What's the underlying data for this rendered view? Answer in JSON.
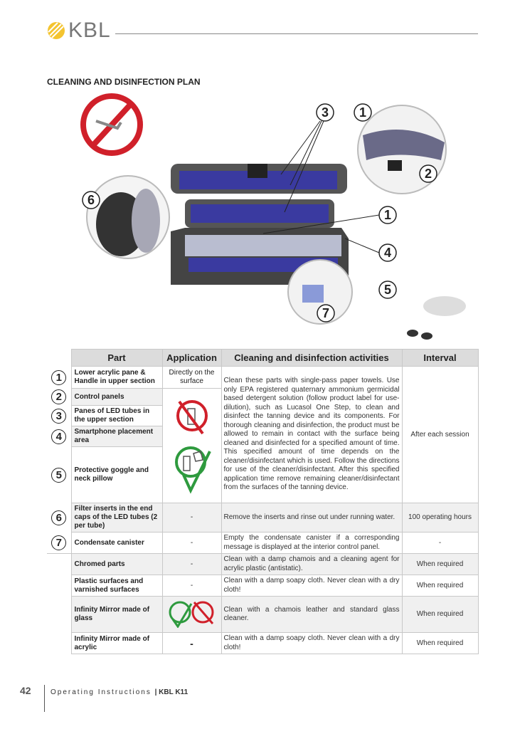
{
  "header": {
    "brand": "KBL"
  },
  "title": "CLEANING AND DISINFECTION PLAN",
  "illustration": {
    "callouts": [
      "1",
      "2",
      "3",
      "4",
      "5",
      "6",
      "7",
      "1"
    ]
  },
  "table": {
    "headers": [
      "Part",
      "Application",
      "Cleaning and disinfection activities",
      "Interval"
    ],
    "rows": [
      {
        "num": "1",
        "part": "Lower acrylic pane & Handle in upper section",
        "app": "Directly on the surface",
        "act": "Clean these parts with single-pass paper towels. Use only EPA registered quaternary ammonium germicidal based detergent solution (follow product label for use-dilution), such as Lucasol One Step, to clean and disinfect the tanning device and its components. For thorough cleaning and disinfection, the product must be allowed to remain in contact with the surface being cleaned and disinfected for a specified amount of time. This specified amount of time depends on the cleaner/disinfectant which is used. Follow the directions for use of the cleaner/disinfectant. After this specified application time remove remaining cleaner/disinfectant from the surfaces of the tanning device.",
        "int": "After each session"
      },
      {
        "num": "2",
        "part": "Control panels"
      },
      {
        "num": "3",
        "part": "Panes of LED tubes in the upper section"
      },
      {
        "num": "4",
        "part": "Smartphone placement area"
      },
      {
        "num": "5",
        "part": "Protective goggle and neck pillow"
      },
      {
        "num": "6",
        "part": "Filter inserts in the end caps of the LED tubes (2 per tube)",
        "app": "-",
        "act": "Remove the inserts and rinse out under running water.",
        "int": "100 operating hours"
      },
      {
        "num": "7",
        "part": "Condensate canister",
        "app": "-",
        "act": "Empty the condensate canister if a corresponding message is displayed at the interior control panel.",
        "int": "-"
      },
      {
        "part": "Chromed parts",
        "app": "-",
        "act": "Clean with a damp chamois and a cleaning agent for acrylic plastic (antistatic).",
        "int": "When required"
      },
      {
        "part": "Plastic surfaces and varnished surfaces",
        "app": "-",
        "act": "Clean with a damp soapy cloth. Never clean with a dry cloth!",
        "int": "When required"
      },
      {
        "part": "Infinity Mirror made of glass",
        "act": "Clean with a chamois leather and standard glass cleaner.",
        "int": "When required"
      },
      {
        "part": "Infinity Mirror made of acrylic",
        "app": "-",
        "act": "Clean with a damp soapy cloth. Never clean with a dry cloth!",
        "int": "When required"
      }
    ]
  },
  "footer": {
    "page": "42",
    "text": "Operating Instructions",
    "product": "| KBL K11"
  },
  "colors": {
    "allowed": "#2e9a3e",
    "forbidden": "#d0202a"
  }
}
